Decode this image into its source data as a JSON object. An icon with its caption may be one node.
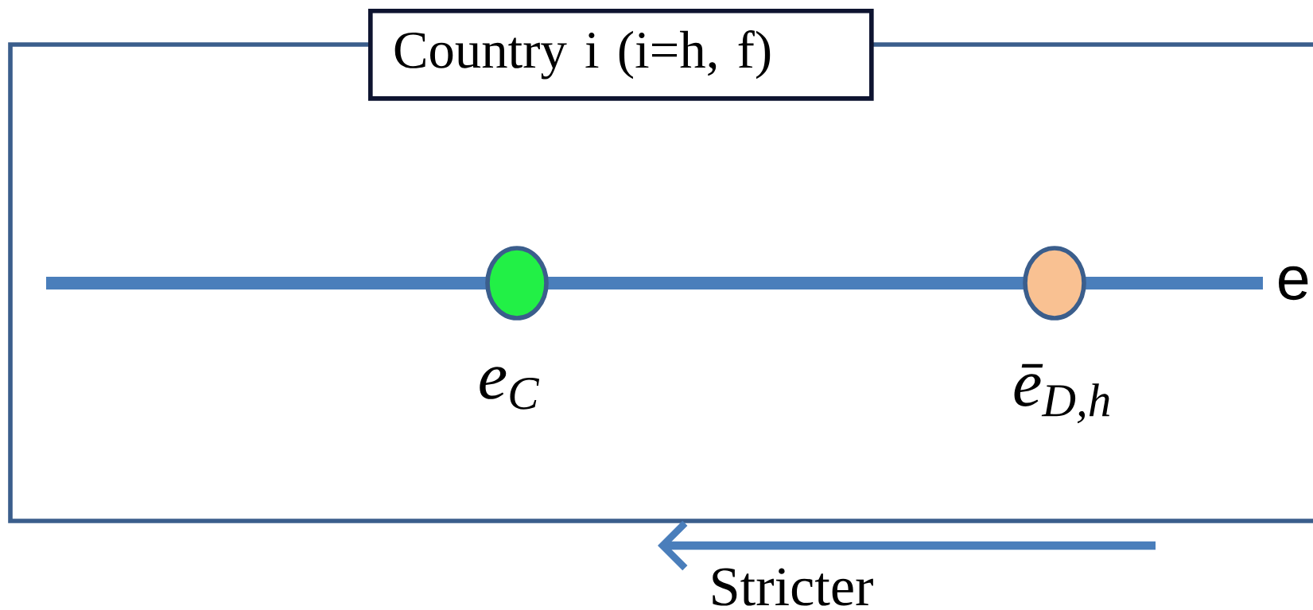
{
  "diagram": {
    "nodes": [
      {
        "text": [
          "Country  i  (i=h, f)"
        ]
      },
      {
        "text": [],
        "shape": "circle",
        "in": 0,
        "beside": [
          "e$_{C}$"
        ]
      },
      {
        "text": [],
        "shape": "circle",
        "in": 0,
        "beside": [
          "ē$_{D,h}$"
        ]
      }
    ],
    "labels": [
      "e",
      "Stricter"
    ]
  }
}
